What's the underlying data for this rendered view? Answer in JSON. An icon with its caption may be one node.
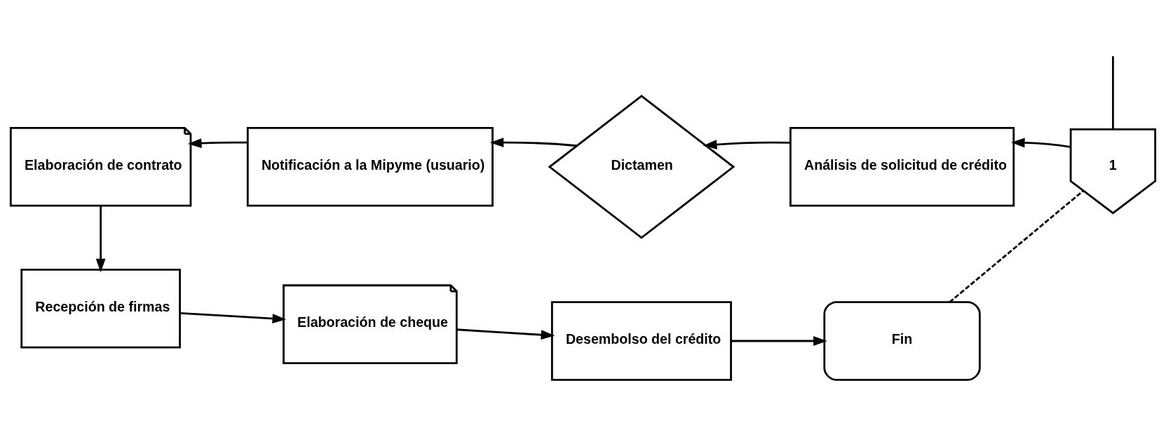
{
  "diagram": {
    "nodes": [
      {
        "text": [
          "1"
        ]
      },
      {
        "text": [
          "Análisis de solicitud de crédito"
        ]
      },
      {
        "text": [
          "Dictamen"
        ]
      },
      {
        "text": [
          "Notificación a la Mipyme (usuario)"
        ]
      },
      {
        "text": [
          "Elaboración de contrato"
        ]
      },
      {
        "text": [
          "Recepción de firmas"
        ]
      },
      {
        "text": [
          "Elaboración de cheque"
        ]
      },
      {
        "text": [
          "Desembolso del crédito"
        ]
      },
      {
        "text": [
          "Fin"
        ]
      }
    ],
    "edges": [
      {
        "from": 0,
        "to": 1,
        "arrow": "to"
      },
      {
        "from": 1,
        "to": 2,
        "arrow": "to"
      },
      {
        "from": 2,
        "to": 3,
        "arrow": "to"
      },
      {
        "from": 3,
        "to": 4,
        "arrow": "to"
      },
      {
        "from": 4,
        "to": 5,
        "arrow": "to"
      },
      {
        "from": 5,
        "to": 6,
        "arrow": "to"
      },
      {
        "from": 6,
        "to": 7,
        "arrow": "to"
      },
      {
        "from": 7,
        "to": 8,
        "arrow": "to"
      },
      {
        "from": 8,
        "to": 0,
        "arrow": "none",
        "style": "dashed"
      },
      {
        "from": null,
        "to": 0,
        "arrow": "none"
      }
    ]
  }
}
